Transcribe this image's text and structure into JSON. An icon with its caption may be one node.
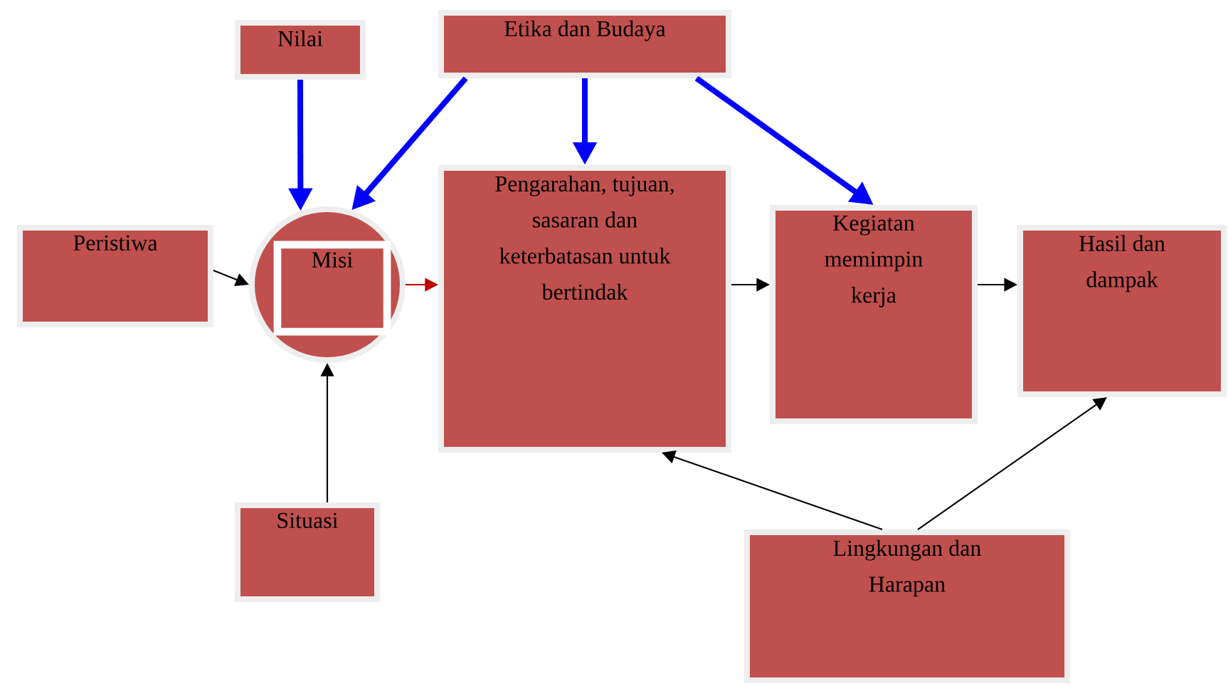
{
  "diagram": {
    "nodes": [
      {
        "text": [
          "Nilai"
        ]
      },
      {
        "text": [
          "Etika dan Budaya"
        ]
      },
      {
        "text": [
          "Peristiwa"
        ]
      },
      {
        "text": [],
        "shape": "circle"
      },
      {
        "text": [
          "Misi"
        ],
        "in": 3
      },
      {
        "text": [
          "Pengarahan, tujuan, sasaran dan keterbatasan untuk bertindak"
        ]
      },
      {
        "text": [
          "Kegiatan memimpin kerja"
        ]
      },
      {
        "text": [
          "Hasil dan dampak"
        ]
      },
      {
        "text": [
          "Situasi"
        ]
      },
      {
        "text": [
          "Lingkungan dan Harapan"
        ]
      }
    ],
    "edges": [
      {
        "from": 0,
        "to": 3,
        "arrow": "to",
        "style": "thick",
        "color": "#0000ff"
      },
      {
        "from": 1,
        "to": 3,
        "arrow": "to",
        "style": "thick",
        "color": "#0000ff"
      },
      {
        "from": 1,
        "to": 5,
        "arrow": "to",
        "style": "thick",
        "color": "#0000ff"
      },
      {
        "from": 1,
        "to": 6,
        "arrow": "to",
        "style": "thick",
        "color": "#0000ff"
      },
      {
        "from": 2,
        "to": 3,
        "arrow": "to"
      },
      {
        "from": 3,
        "to": 5,
        "arrow": "to",
        "color": "#c00000"
      },
      {
        "from": 8,
        "to": 3,
        "arrow": "to"
      },
      {
        "from": 5,
        "to": 6,
        "arrow": "to"
      },
      {
        "from": 6,
        "to": 7,
        "arrow": "to"
      },
      {
        "from": 9,
        "to": 5,
        "arrow": "to"
      },
      {
        "from": 9,
        "to": 7,
        "arrow": "to"
      }
    ]
  }
}
